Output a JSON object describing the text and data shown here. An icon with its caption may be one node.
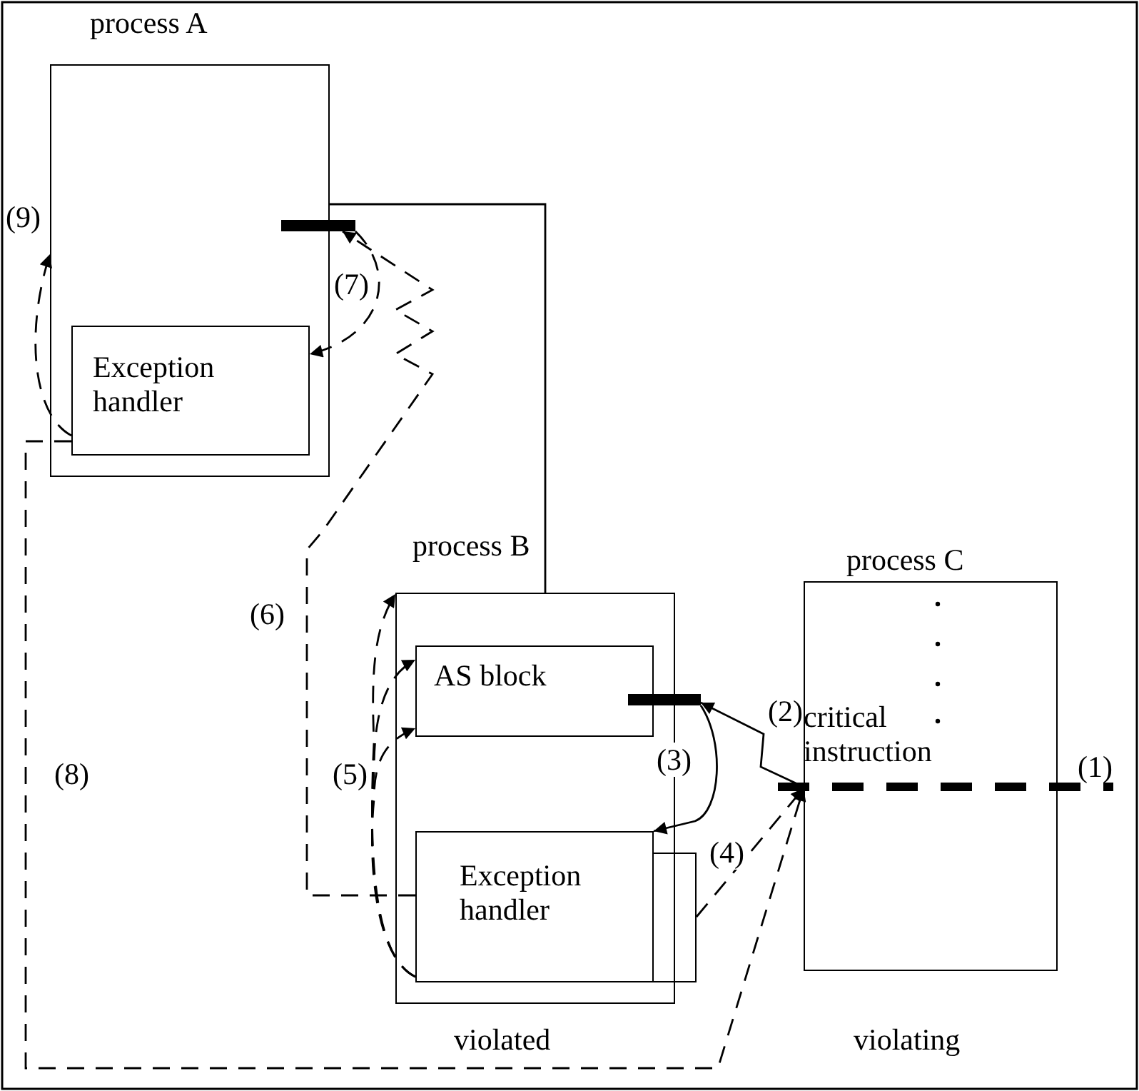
{
  "diagram": {
    "nodes": [
      {
        "text": [
          "process A"
        ]
      },
      {
        "text": [
          "Exception handler"
        ],
        "in": 0
      },
      {
        "text": [],
        "shape": "bar"
      },
      {
        "text": [
          "process B"
        ],
        "beside": [
          "violated"
        ]
      },
      {
        "text": [
          "AS block"
        ],
        "in": 3
      },
      {
        "text": [],
        "shape": "bar"
      },
      {
        "text": [
          "Exception handler"
        ],
        "in": 3
      },
      {
        "text": [],
        "shape": "box"
      },
      {
        "text": [
          "process C"
        ],
        "beside": [
          "violating"
        ]
      },
      {
        "text": [
          "critical instruction"
        ],
        "in": 8
      }
    ],
    "edges": [
      {
        "from": 0,
        "to": 3,
        "arrow": "none"
      },
      {
        "from": 9,
        "to": 5,
        "arrow": "to",
        "label": "(2)"
      },
      {
        "from": 5,
        "to": 6,
        "arrow": "to",
        "label": "(3)"
      },
      {
        "from": 7,
        "to": 9,
        "arrow": "to",
        "label": "(4)",
        "style": "dashed"
      },
      {
        "from": 6,
        "to": 4,
        "arrow": "to",
        "label": "(5)",
        "style": "dashed"
      },
      {
        "from": 6,
        "to": 4,
        "arrow": "to",
        "style": "dashed"
      },
      {
        "from": 6,
        "to": 3,
        "arrow": "to",
        "style": "dashed"
      },
      {
        "from": 6,
        "to": 2,
        "arrow": "to",
        "label": "(6)",
        "style": "dashed"
      },
      {
        "from": 2,
        "to": 1,
        "arrow": "to",
        "label": "(7)",
        "style": "dashed"
      },
      {
        "from": 1,
        "to": 9,
        "arrow": "to",
        "label": "(8)",
        "style": "dashed"
      },
      {
        "from": 1,
        "to": 0,
        "arrow": "to",
        "label": "(9)",
        "style": "dashed"
      }
    ],
    "labels": [
      "(1)"
    ]
  }
}
